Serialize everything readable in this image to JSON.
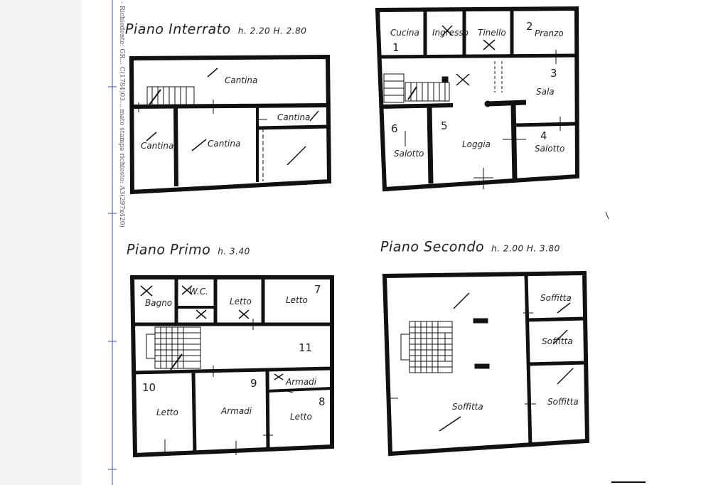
{
  "stamp_text": "- Richiedente: GR... C(1784)03... mato stampa richiesto: A3(297x420)",
  "plans": {
    "interrato": {
      "title": "Piano Interrato",
      "heights": "h. 2.20   H. 2.80",
      "rooms": [
        "Cantina",
        "Cantina",
        "Cantina",
        "Cantina"
      ]
    },
    "terra": {
      "rooms": [
        "Cucina",
        "Ingresso",
        "Tinello",
        "Pranzo",
        "Sala",
        "Salotto",
        "Loggia",
        "Salotto"
      ],
      "numbers": [
        "1",
        "2",
        "3",
        "4",
        "5",
        "6"
      ]
    },
    "primo": {
      "title": "Piano Primo",
      "heights": "h. 3.40",
      "rooms": [
        "Bagno",
        "W.C.",
        "Letto",
        "Letto",
        "Armadi",
        "Letto",
        "Armadi",
        "Letto"
      ],
      "numbers": [
        "7",
        "8",
        "9",
        "10",
        "11"
      ]
    },
    "secondo": {
      "title": "Piano Secondo",
      "heights": "h. 2.00   H. 3.80",
      "rooms": [
        "Soffitta",
        "Soffitta",
        "Soffitta",
        "Soffitta"
      ]
    }
  },
  "colors": {
    "ink": "#111111",
    "margin_line": "#3a4fb5"
  }
}
